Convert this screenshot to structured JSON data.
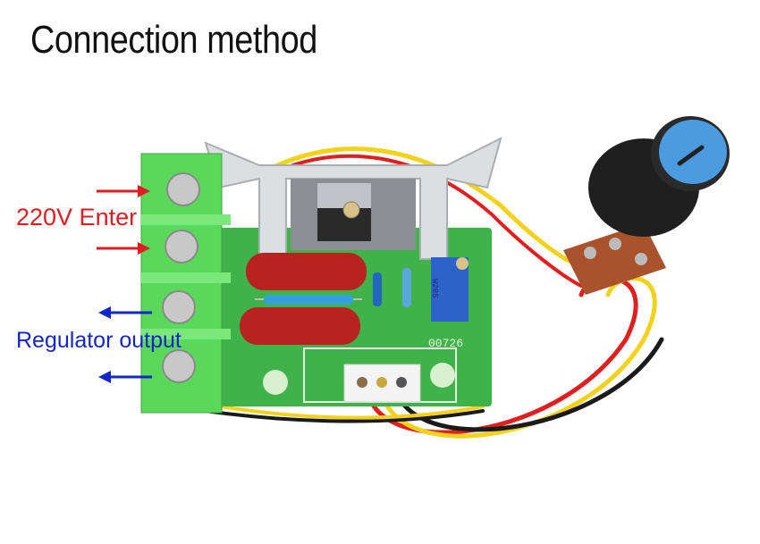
{
  "title": "Connection method",
  "labels": {
    "input": "220V Enter",
    "output": "Regulator output"
  },
  "board_markings": {
    "pcb_code": "00726",
    "trimmer_code": "W205"
  },
  "colors": {
    "input_label": "#e11b22",
    "output_label": "#1425c9",
    "terminal_block": "#5ad85a",
    "pcb": "#3fb24a",
    "capacitor": "#b8231f",
    "knob_cap": "#4a9be0"
  },
  "icons": {
    "input_arrows": "arrow-right-icon",
    "output_arrows": "arrow-left-icon"
  }
}
